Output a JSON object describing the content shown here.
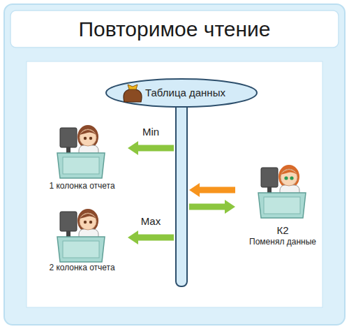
{
  "diagram": {
    "title": "Повторимое чтение",
    "nodes": [
      {
        "text": [
          "Таблица данных"
        ]
      },
      {
        "text": [
          "1 колонка отчета"
        ]
      },
      {
        "text": [
          "2 колонка отчета"
        ]
      },
      {
        "text": [
          "К2",
          "Поменял данные"
        ]
      }
    ],
    "edges": [
      {
        "from": 0,
        "to": 1,
        "label": "Min",
        "arrow": "to"
      },
      {
        "from": 0,
        "to": 2,
        "label": "Max",
        "arrow": "to"
      },
      {
        "from": 3,
        "to": 0,
        "arrow": "to"
      },
      {
        "from": 0,
        "to": 3,
        "arrow": "to"
      }
    ]
  }
}
